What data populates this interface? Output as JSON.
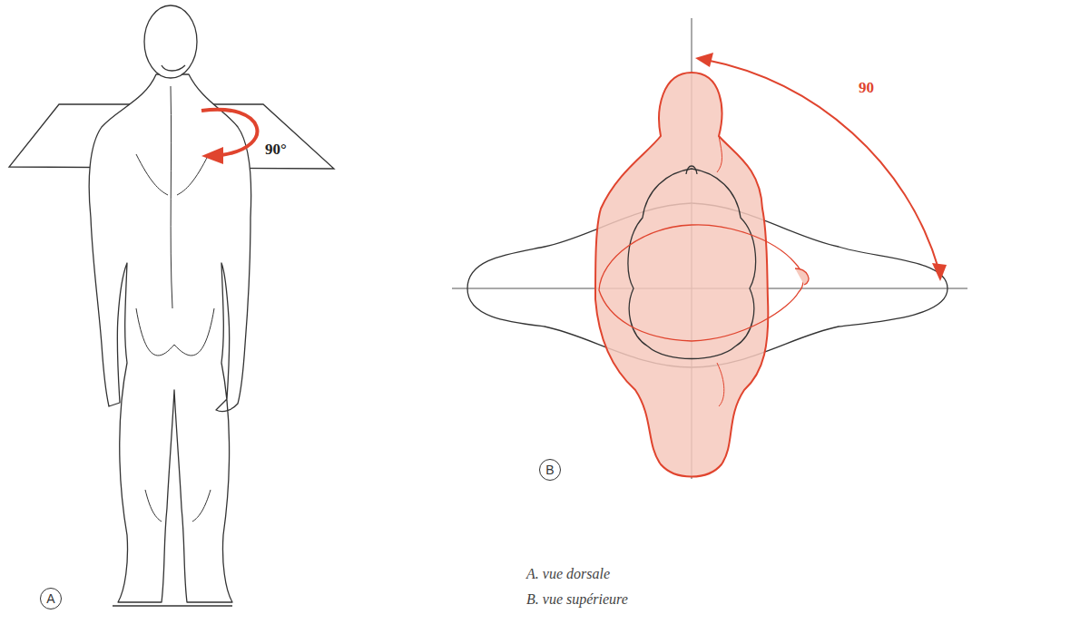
{
  "diagram": {
    "nodes": [
      {
        "text": [
          "A"
        ]
      },
      {
        "text": [
          "B"
        ]
      }
    ],
    "labels": [
      "90°",
      "90",
      "A. vue dorsale",
      "B. vue supérieure"
    ]
  }
}
